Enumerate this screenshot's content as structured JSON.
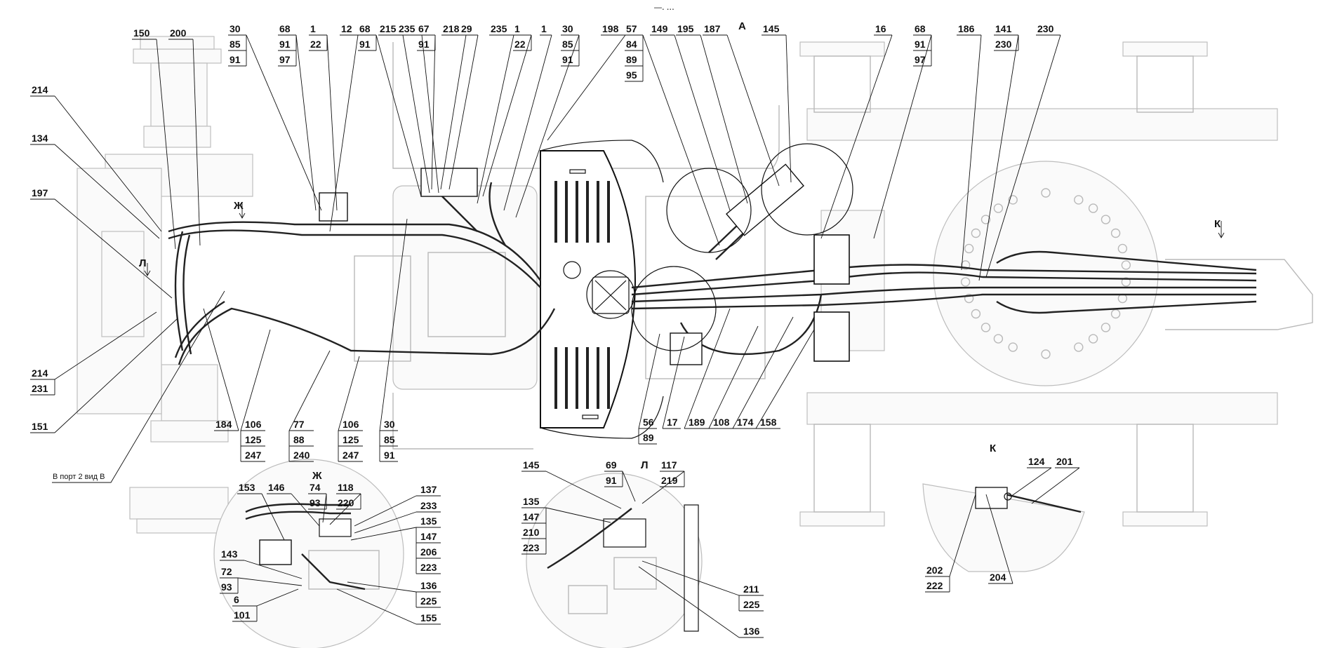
{
  "drawing": {
    "title_mark": "—․ ․․․",
    "subject": "Hydraulic hose routing — wheeled loader chassis, plan view"
  },
  "view_markers": [
    {
      "id": "A",
      "label": "А"
    },
    {
      "id": "Zh",
      "label": "Ж"
    },
    {
      "id": "L",
      "label": "Л"
    },
    {
      "id": "K",
      "label": "К"
    }
  ],
  "main_view": {
    "callouts_top": [
      {
        "items": [
          "150"
        ]
      },
      {
        "items": [
          "200"
        ]
      },
      {
        "items": [
          "30",
          "85",
          "91"
        ]
      },
      {
        "items": [
          "68",
          "91",
          "97"
        ]
      },
      {
        "items": [
          "1",
          "22"
        ]
      },
      {
        "items": [
          "12"
        ]
      },
      {
        "items": [
          "68",
          "91"
        ]
      },
      {
        "items": [
          "215"
        ]
      },
      {
        "items": [
          "235"
        ]
      },
      {
        "items": [
          "67",
          "91"
        ]
      },
      {
        "items": [
          "218"
        ]
      },
      {
        "items": [
          "29"
        ]
      },
      {
        "items": [
          "235"
        ]
      },
      {
        "items": [
          "1",
          "22"
        ]
      },
      {
        "items": [
          "1"
        ]
      },
      {
        "items": [
          "30",
          "85",
          "91"
        ]
      },
      {
        "items": [
          "198"
        ]
      },
      {
        "items": [
          "57",
          "84",
          "89",
          "95"
        ]
      },
      {
        "items": [
          "149"
        ]
      },
      {
        "items": [
          "195"
        ]
      },
      {
        "items": [
          "187"
        ]
      },
      {
        "items": [
          "145"
        ]
      },
      {
        "items": [
          "16"
        ]
      },
      {
        "items": [
          "68",
          "91",
          "97"
        ]
      },
      {
        "items": [
          "186"
        ]
      },
      {
        "items": [
          "141",
          "230"
        ]
      },
      {
        "items": [
          "230"
        ]
      }
    ],
    "callouts_left": [
      {
        "items": [
          "214"
        ]
      },
      {
        "items": [
          "134"
        ]
      },
      {
        "items": [
          "197"
        ]
      },
      {
        "items": [
          "214",
          "231"
        ]
      },
      {
        "items": [
          "151"
        ]
      }
    ],
    "callouts_bottom": [
      {
        "items": [
          "184"
        ]
      },
      {
        "items": [
          "106",
          "125",
          "247"
        ]
      },
      {
        "items": [
          "77",
          "88",
          "240"
        ]
      },
      {
        "items": [
          "106",
          "125",
          "247"
        ]
      },
      {
        "items": [
          "30",
          "85",
          "91"
        ]
      },
      {
        "items": [
          "56",
          "89"
        ]
      },
      {
        "items": [
          "17"
        ]
      },
      {
        "items": [
          "189"
        ]
      },
      {
        "items": [
          "108"
        ]
      },
      {
        "items": [
          "174"
        ]
      },
      {
        "items": [
          "158"
        ]
      }
    ],
    "port_note": "В порт 2 вид В"
  },
  "detail_zh": {
    "title": "Ж",
    "callouts": [
      {
        "items": [
          "153"
        ]
      },
      {
        "items": [
          "146"
        ]
      },
      {
        "items": [
          "74",
          "93"
        ]
      },
      {
        "items": [
          "118",
          "220"
        ]
      },
      {
        "items": [
          "137"
        ]
      },
      {
        "items": [
          "233"
        ]
      },
      {
        "items": [
          "135",
          "147",
          "206",
          "223"
        ]
      },
      {
        "items": [
          "136",
          "225"
        ]
      },
      {
        "items": [
          "155"
        ]
      },
      {
        "items": [
          "143"
        ]
      },
      {
        "items": [
          "72",
          "93"
        ]
      },
      {
        "items": [
          "6",
          "101"
        ]
      }
    ]
  },
  "detail_l": {
    "title": "Л",
    "callouts": [
      {
        "items": [
          "145"
        ]
      },
      {
        "items": [
          "69",
          "91"
        ]
      },
      {
        "items": [
          "117",
          "219"
        ]
      },
      {
        "items": [
          "135",
          "147",
          "210",
          "223"
        ]
      },
      {
        "items": [
          "211",
          "225"
        ]
      },
      {
        "items": [
          "136"
        ]
      }
    ]
  },
  "detail_k": {
    "title": "К",
    "callouts": [
      {
        "items": [
          "124"
        ]
      },
      {
        "items": [
          "201"
        ]
      },
      {
        "items": [
          "202",
          "222"
        ]
      },
      {
        "items": [
          "204"
        ]
      }
    ]
  }
}
